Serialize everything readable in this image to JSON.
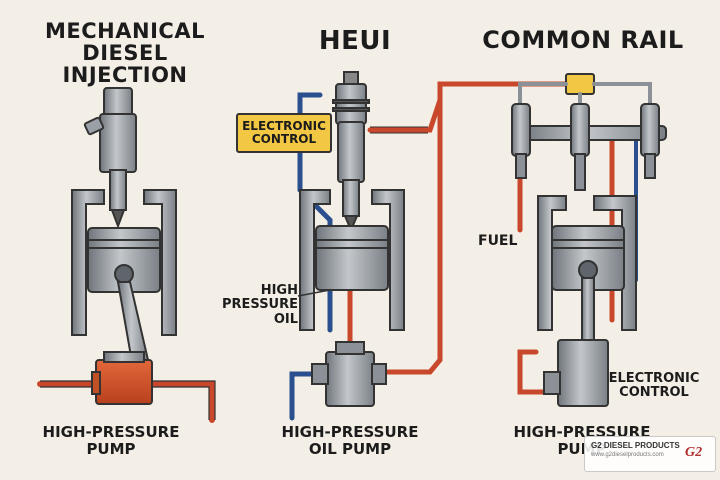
{
  "titles": {
    "mechanical": "MECHANICAL\nDIESEL INJECTION",
    "heui": "HEUI",
    "common_rail": "COMMON RAIL"
  },
  "labels": {
    "mech_pump": "HIGH-PRESSURE\nPUMP",
    "heui_ecu": "ELECTRONIC\nCONTROL",
    "heui_oil": "HIGH\nPRESSURE\nOIL",
    "heui_pump": "HIGH-PRESSURE\nOIL PUMP",
    "cr_fuel": "FUEL",
    "cr_ecu": "ELECTRONIC\nCONTROL",
    "cr_pump": "HIGH-PRESSURE\nPUMP"
  },
  "watermark": {
    "brand": "G2 DIESEL PRODUCTS",
    "url": "www.g2dieselproducts.com",
    "logo": "G2"
  },
  "colors": {
    "background": "#f4efe6",
    "fuel_line": "#c9472b",
    "oil_line": "#2a4f8f",
    "pump_orange": "#d9552a",
    "ecu_yellow": "#f2c744",
    "metal": "#8c9197",
    "metal_light": "#b8bcc1"
  }
}
